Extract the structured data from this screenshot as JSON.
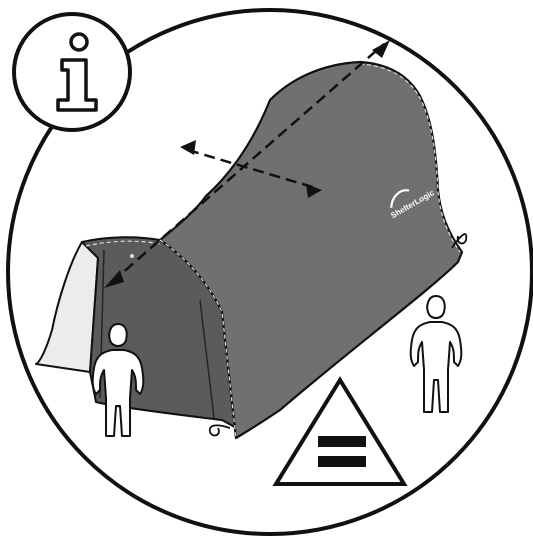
{
  "figure": {
    "info_badge": {
      "glyph": "i",
      "icon": "info-icon"
    },
    "brand_logo": {
      "text": "ShelterLogic",
      "icon": "brand-logo"
    },
    "equal_sign": {
      "icon": "equal-triangle-icon"
    },
    "colors": {
      "outline": "#111111",
      "tent_fabric": "#6e6e6e",
      "tent_shadow": "#595959",
      "tent_inside": "#e9e9e9",
      "figure_fill": "#ffffff",
      "background": "#ffffff"
    }
  }
}
